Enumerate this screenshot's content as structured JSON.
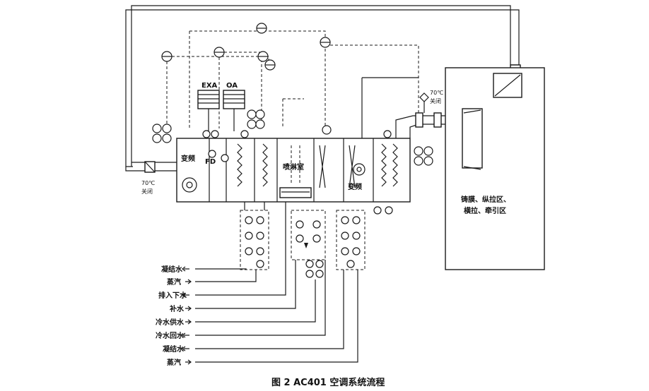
{
  "figure": {
    "caption": "图 2 AC401 空调系统流程"
  },
  "labels": {
    "exa": "EXA",
    "oa": "OA",
    "vfd_left": "变频",
    "vfd_right": "变频",
    "fd": "FD",
    "spray": "喷淋室",
    "temp_close_left": "70℃",
    "close_left": "关闭",
    "temp_close_right": "70℃",
    "close_right": "关闭",
    "process_area_line1": "铸膜、纵拉区、",
    "process_area_line2": "横拉、牵引区"
  },
  "pipes": [
    {
      "id": "condensate-1",
      "label": "凝结水"
    },
    {
      "id": "steam-1",
      "label": "蒸汽"
    },
    {
      "id": "drain",
      "label": "排入下水"
    },
    {
      "id": "makeup",
      "label": "补水"
    },
    {
      "id": "chilled-supply",
      "label": "冷水供水"
    },
    {
      "id": "chilled-return",
      "label": "冷水回水"
    },
    {
      "id": "condensate-2",
      "label": "凝结水"
    },
    {
      "id": "steam-2",
      "label": "蒸汽"
    }
  ],
  "colors": {
    "line": "#1a1a1a",
    "background": "#ffffff"
  }
}
